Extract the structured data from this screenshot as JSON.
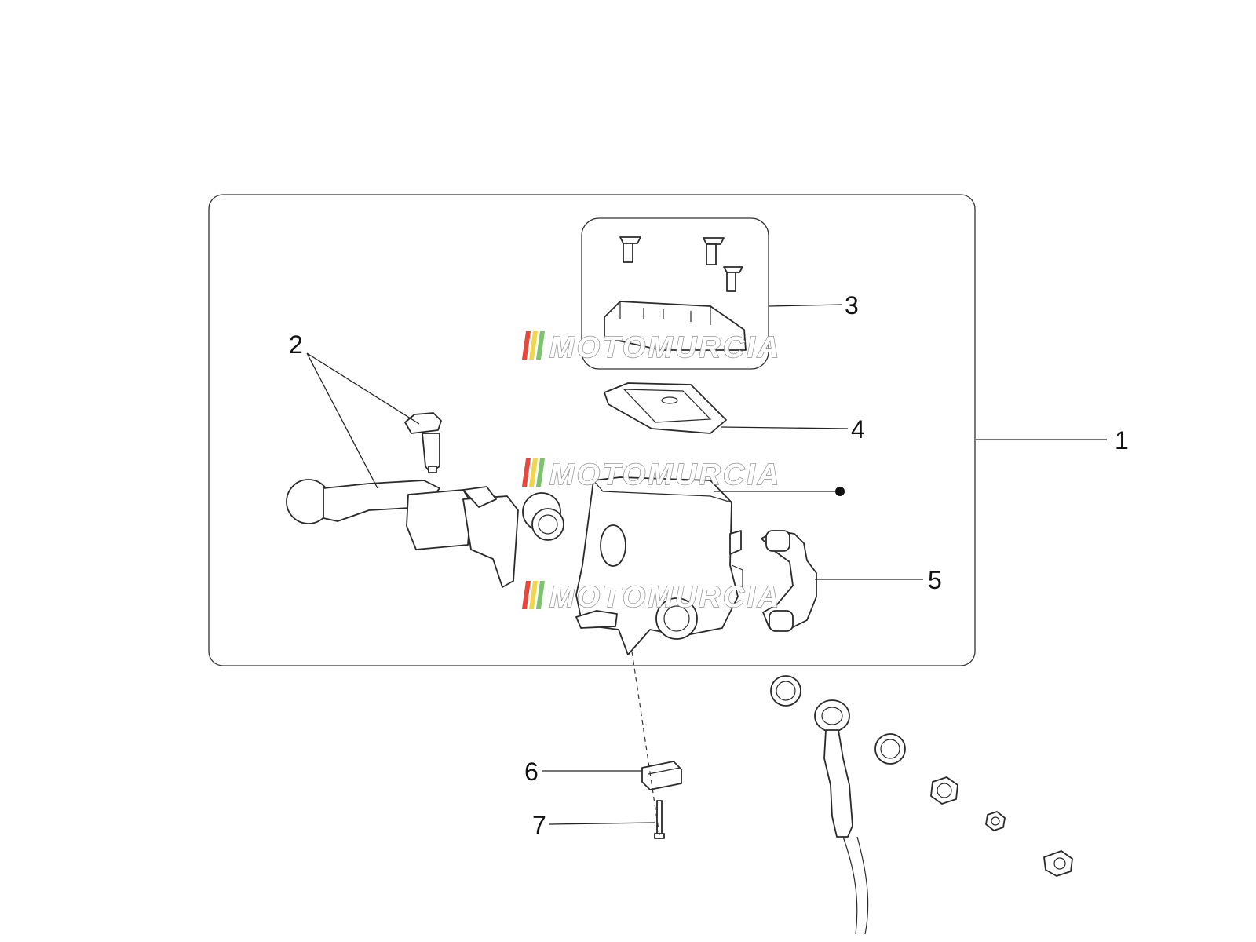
{
  "labels": {
    "l1": "1",
    "l2": "2",
    "l3": "3",
    "l4": "4",
    "l5": "5",
    "l6": "6",
    "l7": "7"
  },
  "watermark": {
    "text": "MOTOMURCIA",
    "stripe_colors": [
      "#e8473c",
      "#f2d54a",
      "#7cc36d"
    ]
  }
}
